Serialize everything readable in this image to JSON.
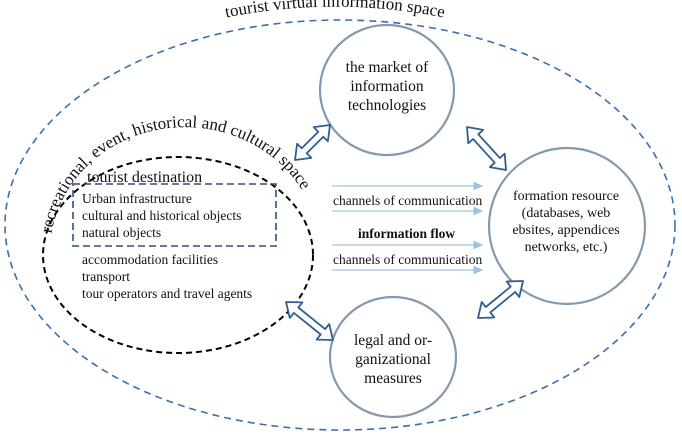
{
  "outer_space_label": "tourist virtual information space",
  "inner_space_label": "recreational, event, historical and cultural space",
  "destination": {
    "title": "tourist destination",
    "boxed_items": [
      "Urban infrastructure",
      "cultural and historical objects",
      "natural objects"
    ],
    "items": [
      "accommodation facilities",
      "transport",
      "tour operators and travel agents"
    ]
  },
  "market": {
    "lines": [
      "the market of",
      "information",
      "technologies"
    ]
  },
  "legal": {
    "lines": [
      "legal and or-",
      "ganizational",
      "measures"
    ]
  },
  "resource": {
    "lines": [
      "formation resource",
      "(databases, web",
      "ebsites, appendices",
      "networks, etc.)"
    ]
  },
  "flows": {
    "channels_top": "channels of communication",
    "information_flow": "information flow",
    "channels_bottom": "channels of communication"
  },
  "colors": {
    "outer_dash": "#3a6fb0",
    "circle_stroke": "#8499ad",
    "arrow_stroke": "#2f5f93",
    "flow_line": "#9fc3e6",
    "box_dash": "#2a4f85",
    "black_dash": "#000000"
  }
}
